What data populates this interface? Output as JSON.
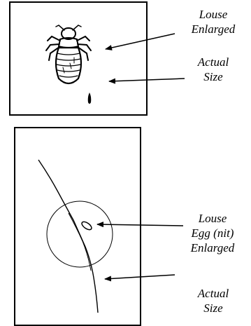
{
  "colors": {
    "ink": "#000000",
    "background": "#ffffff"
  },
  "top_panel": {
    "louse_enlarged": [
      "Louse",
      "Enlarged"
    ],
    "actual_size": [
      "Actual",
      "Size"
    ]
  },
  "bottom_panel": {
    "egg_enlarged": [
      "Louse",
      "Egg (nit)",
      "Enlarged"
    ],
    "actual_size": [
      "Actual",
      "Size"
    ]
  }
}
